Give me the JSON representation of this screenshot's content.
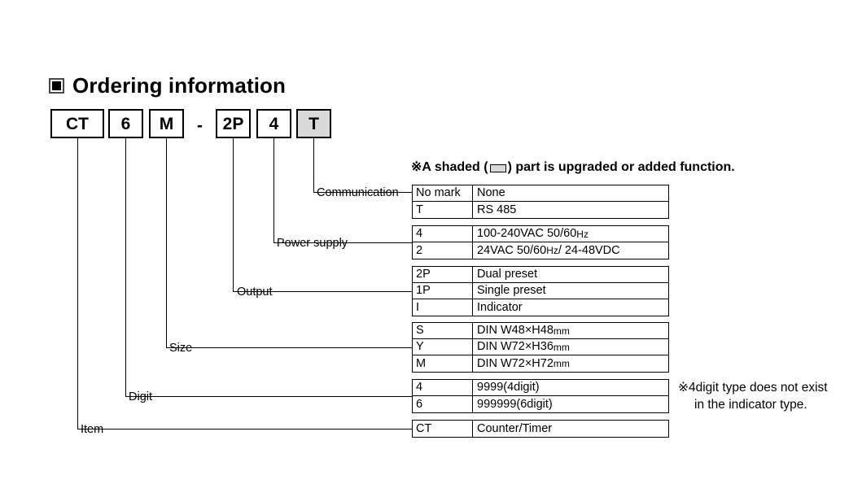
{
  "heading": {
    "bullet_icon": "filled-square-bullet-icon",
    "title": "Ordering information"
  },
  "model_code": {
    "separator": "-",
    "boxes": [
      {
        "label": "CT",
        "shaded": false
      },
      {
        "label": "6",
        "shaded": false
      },
      {
        "label": "M",
        "shaded": false
      },
      {
        "label": "2P",
        "shaded": false
      },
      {
        "label": "4",
        "shaded": false
      },
      {
        "label": "T",
        "shaded": true
      }
    ]
  },
  "notes": {
    "shaded_prefix": "※A shaded (",
    "shaded_suffix": ") part is upgraded or added function.",
    "digit_line1": "※4digit type does not exist",
    "digit_line2": "in the indicator type."
  },
  "groups": [
    {
      "label": "Communication",
      "rows": [
        {
          "code": "No mark",
          "desc": "None"
        },
        {
          "code": "T",
          "desc": "RS 485"
        }
      ]
    },
    {
      "label": "Power supply",
      "rows": [
        {
          "code": "4",
          "desc_main": "100-240VAC 50/60",
          "desc_small": "Hz",
          "desc_tail": ""
        },
        {
          "code": "2",
          "desc_main": "24VAC 50/60",
          "desc_small": "Hz",
          "desc_tail": " / 24-48VDC"
        }
      ]
    },
    {
      "label": "Output",
      "rows": [
        {
          "code": "2P",
          "desc": "Dual preset"
        },
        {
          "code": "1P",
          "desc": "Single preset"
        },
        {
          "code": "I",
          "desc": "Indicator"
        }
      ]
    },
    {
      "label": "Size",
      "rows": [
        {
          "code": "S",
          "desc_main": "DIN W48×H48",
          "desc_small": "mm",
          "desc_tail": ""
        },
        {
          "code": "Y",
          "desc_main": "DIN W72×H36",
          "desc_small": "mm",
          "desc_tail": ""
        },
        {
          "code": "M",
          "desc_main": "DIN W72×H72",
          "desc_small": "mm",
          "desc_tail": ""
        }
      ]
    },
    {
      "label": "Digit",
      "rows": [
        {
          "code": "4",
          "desc": "9999(4digit)"
        },
        {
          "code": "6",
          "desc": "999999(6digit)"
        }
      ]
    },
    {
      "label": "Item",
      "rows": [
        {
          "code": "CT",
          "desc": "Counter/Timer"
        }
      ]
    }
  ]
}
